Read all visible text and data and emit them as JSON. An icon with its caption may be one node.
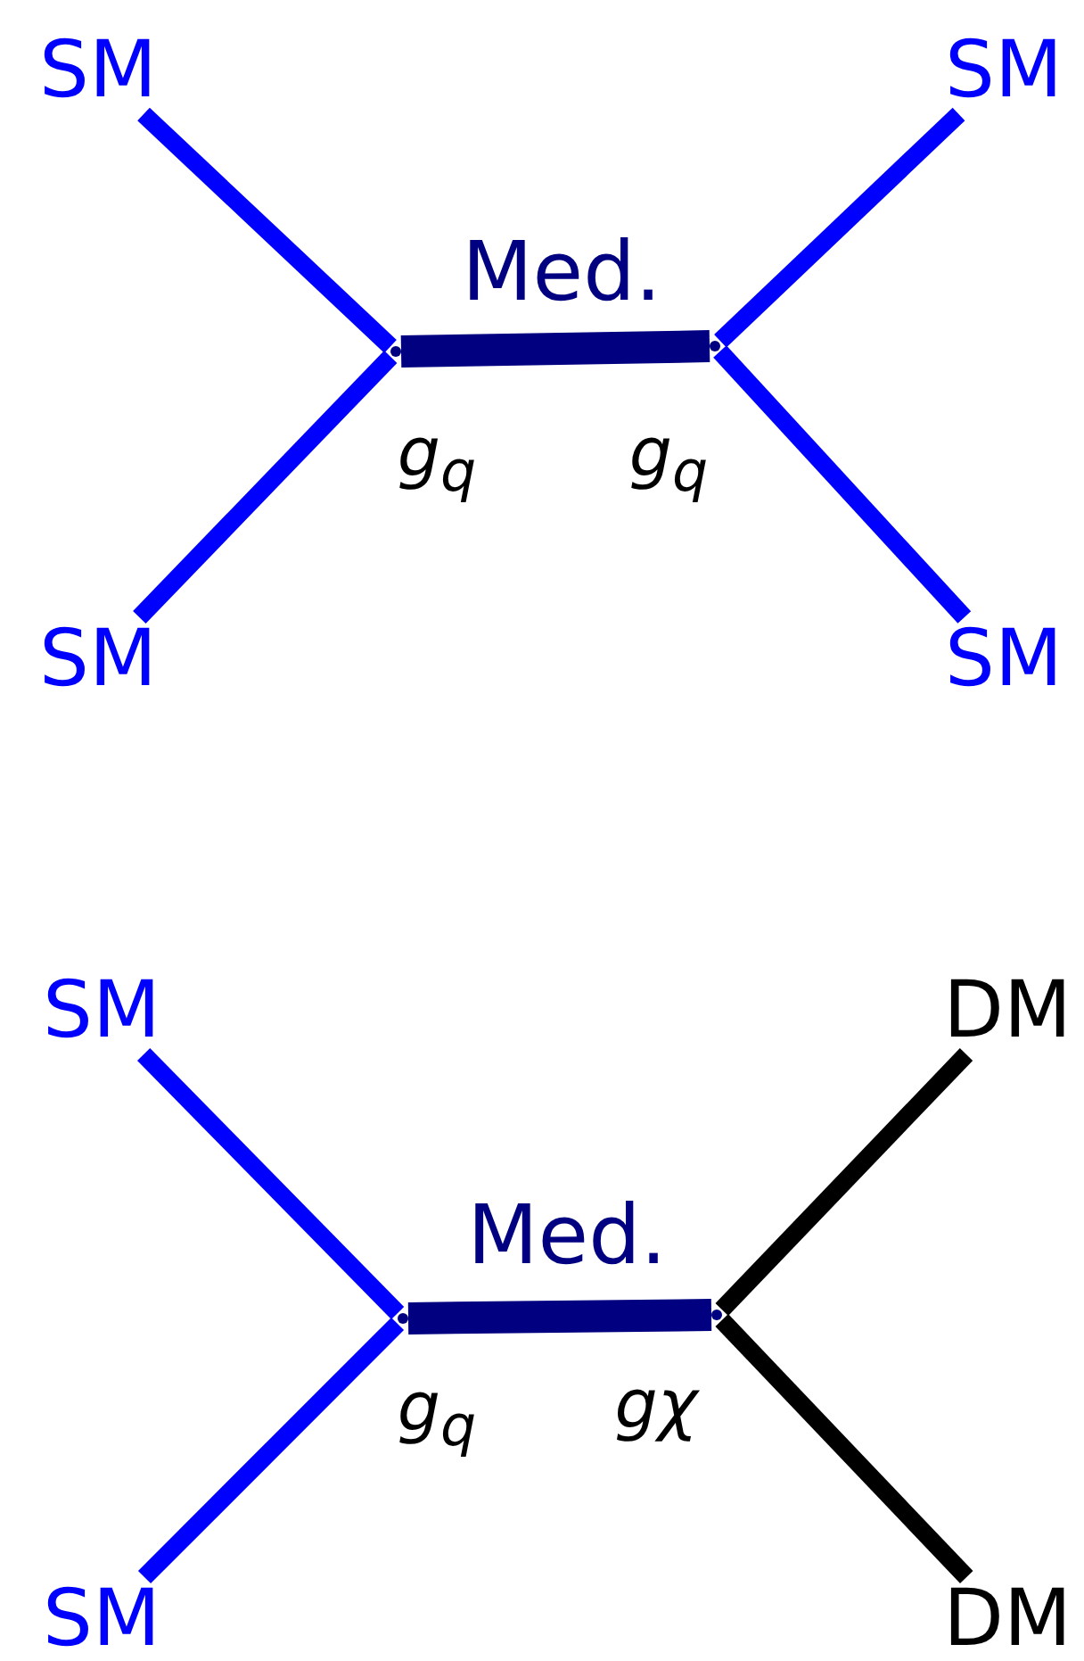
{
  "diagram": {
    "nodes": [
      {
        "text": [
          "SM"
        ]
      },
      {
        "text": [
          "SM"
        ]
      },
      {
        "text": [],
        "shape": "point",
        "beside": [
          "g$_{q}$"
        ]
      },
      {
        "text": [],
        "shape": "point",
        "beside": [
          "g$_{q}$"
        ]
      },
      {
        "text": [
          "SM"
        ]
      },
      {
        "text": [
          "SM"
        ]
      },
      {
        "text": [
          "SM"
        ]
      },
      {
        "text": [
          "DM"
        ]
      },
      {
        "text": [],
        "shape": "point",
        "beside": [
          "g$_{q}$"
        ]
      },
      {
        "text": [],
        "shape": "point",
        "beside": [
          "gχ"
        ]
      },
      {
        "text": [
          "SM"
        ]
      },
      {
        "text": [
          "DM"
        ]
      }
    ],
    "edges": [
      {
        "from": 0,
        "to": 2,
        "arrow": "none"
      },
      {
        "from": 4,
        "to": 2,
        "arrow": "none"
      },
      {
        "from": 2,
        "to": 3,
        "arrow": "none",
        "label": "Med.",
        "style": "thick",
        "color": "#000080"
      },
      {
        "from": 1,
        "to": 3,
        "arrow": "none"
      },
      {
        "from": 5,
        "to": 3,
        "arrow": "none"
      },
      {
        "from": 6,
        "to": 8,
        "arrow": "none"
      },
      {
        "from": 10,
        "to": 8,
        "arrow": "none"
      },
      {
        "from": 8,
        "to": 9,
        "arrow": "none",
        "label": "Med.",
        "style": "thick",
        "color": "#000080"
      },
      {
        "from": 7,
        "to": 9,
        "arrow": "none",
        "color": "#000000"
      },
      {
        "from": 11,
        "to": 9,
        "arrow": "none",
        "color": "#000000"
      }
    ]
  }
}
